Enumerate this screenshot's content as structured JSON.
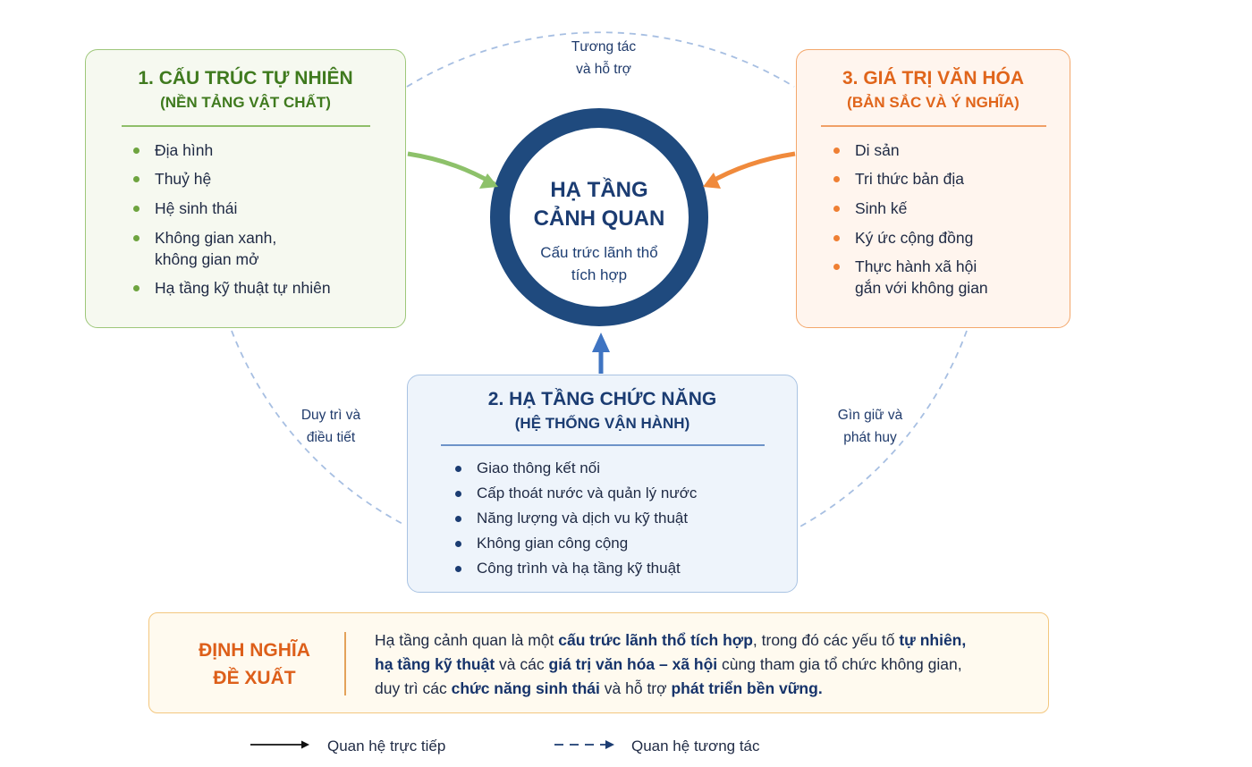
{
  "center": {
    "title": "HẠ TẦNG\nCẢNH QUAN",
    "subtitle": "Cấu trức lãnh thổ\ntích hợp"
  },
  "natural": {
    "title": "1. CẤU TRÚC TỰ NHIÊN",
    "subtitle": "(NỀN TẢNG VẬT CHẤT)",
    "items": [
      "Địa hình",
      "Thuỷ hệ",
      "Hệ sinh thái",
      "Không gian xanh,\nkhông gian mở",
      "Hạ tầng kỹ thuật tự nhiên"
    ]
  },
  "culture": {
    "title": "3. GIÁ TRỊ VĂN HÓA",
    "subtitle": "(BẢN SẮC VÀ Ý NGHĨA)",
    "items": [
      "Di sản",
      "Tri thức bản địa",
      "Sinh kế",
      "Ký ức cộng đồng",
      "Thực hành xã hội\ngắn với không gian"
    ]
  },
  "function": {
    "title": "2. HẠ TẦNG CHỨC NĂNG",
    "subtitle": "(HỆ THỐNG VẬN HÀNH)",
    "items": [
      "Giao thông kết nối",
      "Cấp thoát nước và quản lý nước",
      "Năng lượng và dịch vu kỹ thuật",
      "Không gian công cộng",
      "Công trình và hạ tầng kỹ thuật"
    ]
  },
  "relations": {
    "top": "Tương tác\nvà hỗ trợ",
    "left": "Duy trì và\nđiều tiết",
    "right": "Gìn giữ và\nphát huy"
  },
  "definition": {
    "title": "ĐỊNH NGHĨA\nĐỀ XUẤT",
    "segments": [
      {
        "text": "Hạ tầng cảnh quan là một ",
        "bold": false
      },
      {
        "text": "cấu trức lãnh thổ tích hợp",
        "bold": true
      },
      {
        "text": ", trong đó các yếu tố ",
        "bold": false
      },
      {
        "text": "tự nhiên,",
        "bold": true
      },
      {
        "text": "\n",
        "bold": false
      },
      {
        "text": "hạ tầng kỹ thuật",
        "bold": true
      },
      {
        "text": " và các ",
        "bold": false
      },
      {
        "text": "giá trị văn hóa – xã hội",
        "bold": true
      },
      {
        "text": " cùng tham gia tổ chức không gian,",
        "bold": false
      },
      {
        "text": "\n",
        "bold": false
      },
      {
        "text": "duy trì các ",
        "bold": false
      },
      {
        "text": "chức năng sinh thái",
        "bold": true
      },
      {
        "text": " và hỗ trợ ",
        "bold": false
      },
      {
        "text": "phát triển bền vững.",
        "bold": true
      }
    ]
  },
  "legend": {
    "direct": "Quan hệ trực tiếp",
    "interactive": "Quan hệ tương tác"
  },
  "colors": {
    "navy": "#1b3c72",
    "green": "#7fb65a",
    "orange": "#f08a3c",
    "blue_arrow": "#3f74c2",
    "dash": "#9db6dc"
  }
}
